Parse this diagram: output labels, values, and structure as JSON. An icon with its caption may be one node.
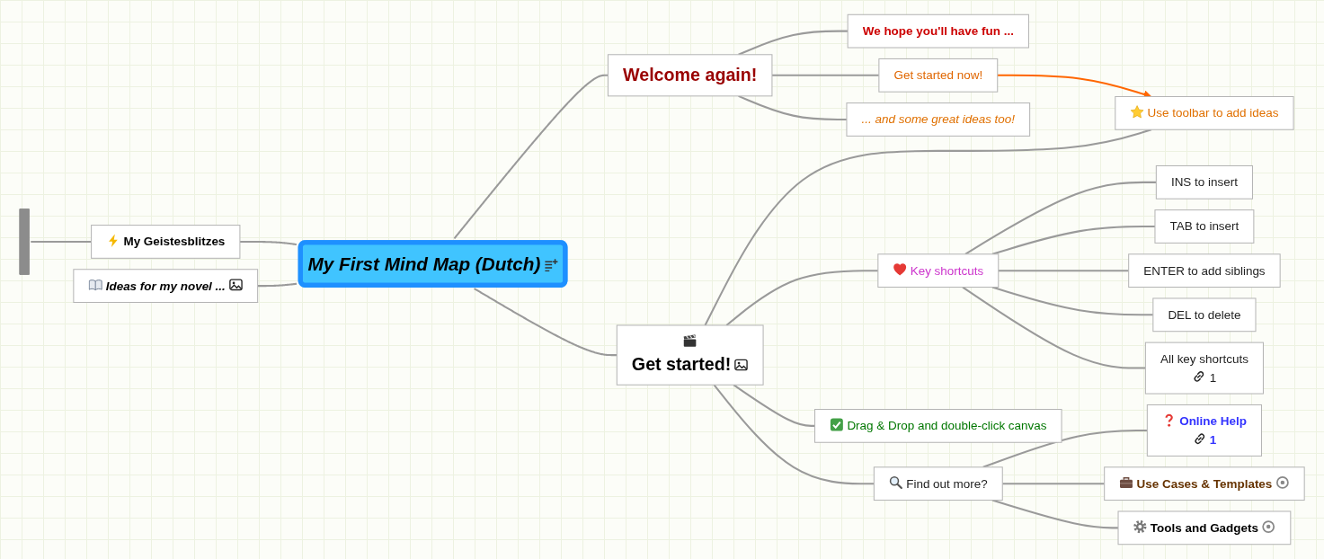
{
  "diagram": {
    "nodes": [
      {
        "text": [
          "My First Mind Map (Dutch)"
        ]
      },
      {
        "text": [
          "My Geistesblitzes"
        ]
      },
      {
        "text": [],
        "shape": "bar"
      },
      {
        "text": [
          "Ideas for my novel ..."
        ]
      },
      {
        "text": [
          "Welcome again!"
        ]
      },
      {
        "text": [
          "We hope you'll have fun ..."
        ]
      },
      {
        "text": [
          "Get started now!"
        ]
      },
      {
        "text": [
          "Use toolbar to add ideas"
        ]
      },
      {
        "text": [
          "... and some great ideas too!"
        ]
      },
      {
        "text": [
          "Get started!"
        ]
      },
      {
        "text": [
          "Key shortcuts"
        ]
      },
      {
        "text": [
          "INS to insert"
        ]
      },
      {
        "text": [
          "TAB to insert"
        ]
      },
      {
        "text": [
          "ENTER to add siblings"
        ]
      },
      {
        "text": [
          "DEL to delete"
        ]
      },
      {
        "text": [
          "All key shortcuts",
          "1"
        ]
      },
      {
        "text": [
          "Drag & Drop and double-click canvas"
        ]
      },
      {
        "text": [
          "Find out more?"
        ]
      },
      {
        "text": [
          "Online Help",
          "1"
        ]
      },
      {
        "text": [
          "Use Cases & Templates"
        ]
      },
      {
        "text": [
          "Tools and Gadgets"
        ]
      }
    ],
    "edges": [
      {
        "from": 1,
        "to": 0,
        "arrow": "none"
      },
      {
        "from": 2,
        "to": 1,
        "arrow": "none"
      },
      {
        "from": 3,
        "to": 0,
        "arrow": "none"
      },
      {
        "from": 0,
        "to": 4,
        "arrow": "none"
      },
      {
        "from": 4,
        "to": 5,
        "arrow": "none"
      },
      {
        "from": 4,
        "to": 6,
        "arrow": "none"
      },
      {
        "from": 4,
        "to": 8,
        "arrow": "none"
      },
      {
        "from": 0,
        "to": 9,
        "arrow": "none"
      },
      {
        "from": 9,
        "to": 7,
        "arrow": "none"
      },
      {
        "from": 9,
        "to": 10,
        "arrow": "none"
      },
      {
        "from": 10,
        "to": 11,
        "arrow": "none"
      },
      {
        "from": 10,
        "to": 12,
        "arrow": "none"
      },
      {
        "from": 10,
        "to": 13,
        "arrow": "none"
      },
      {
        "from": 10,
        "to": 14,
        "arrow": "none"
      },
      {
        "from": 10,
        "to": 15,
        "arrow": "none"
      },
      {
        "from": 9,
        "to": 16,
        "arrow": "none"
      },
      {
        "from": 9,
        "to": 17,
        "arrow": "none"
      },
      {
        "from": 17,
        "to": 18,
        "arrow": "none"
      },
      {
        "from": 17,
        "to": 19,
        "arrow": "none"
      },
      {
        "from": 17,
        "to": 20,
        "arrow": "none"
      },
      {
        "from": 6,
        "to": 7,
        "arrow": "to",
        "color": "#ff6600"
      }
    ]
  }
}
